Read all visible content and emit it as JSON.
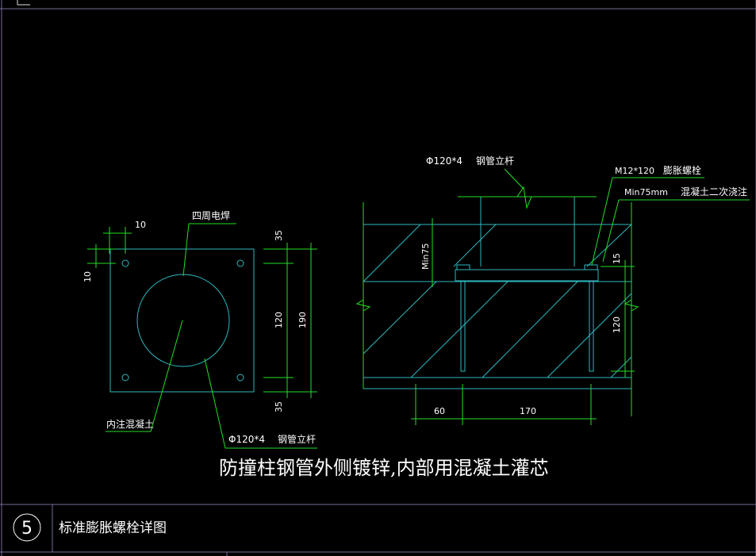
{
  "labels": {
    "plan_dim_top": "10",
    "plan_dim_left": "10",
    "plan_weld": "四周电焊",
    "plan_concrete": "内注混凝土",
    "plan_pipe_spec": "Φ120*4",
    "plan_pipe_name": "钢管立杆",
    "plan_dim_35_top": "35",
    "plan_dim_120": "120",
    "plan_dim_190": "190",
    "plan_dim_35_bottom": "35",
    "sec_pipe_spec": "Φ120*4",
    "sec_pipe_name": "钢管立杆",
    "sec_bolt_spec": "M12*120",
    "sec_bolt_name": "膨胀螺栓",
    "sec_min75": "Min75mm",
    "sec_grout": "混凝土二次浇注",
    "sec_min75_vertical": "Min75",
    "sec_dim_15": "15",
    "sec_dim_120": "120",
    "sec_dim_60": "60",
    "sec_dim_170": "170",
    "main_note": "防撞柱钢管外侧镀锌,内部用混凝土灌芯"
  },
  "title_block": {
    "number": "5",
    "title": "标准膨胀螺栓详图"
  },
  "colors": {
    "background": "#000000",
    "frame": "#7a6a9a",
    "geometry": "#2fb8c0",
    "dimension": "#22e022",
    "text": "#ffffff"
  }
}
